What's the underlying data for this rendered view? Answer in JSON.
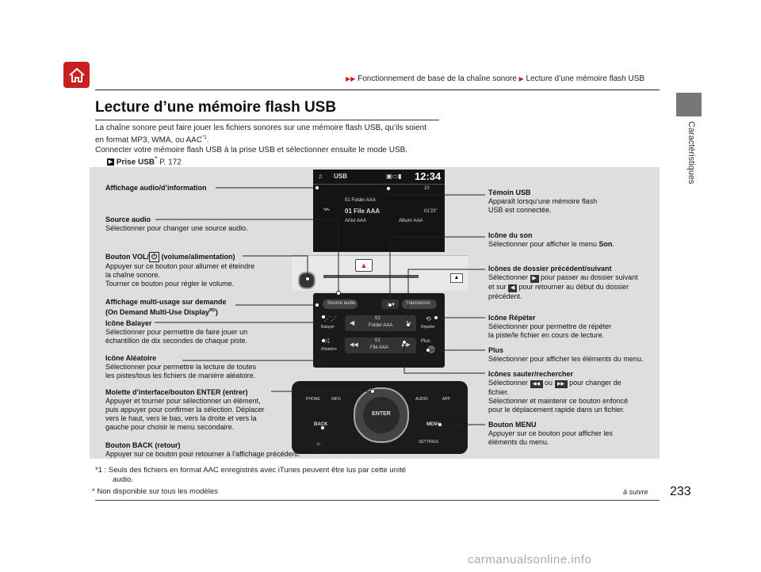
{
  "header": {
    "breadcrumb_1": "Fonctionnement de base de la chaîne sonore",
    "breadcrumb_2": "Lecture d’une mémoire flash USB"
  },
  "sidebar": {
    "label": "Caractéristiques"
  },
  "title": "Lecture d’une mémoire flash USB",
  "intro": {
    "line1": "La chaîne sonore peut faire jouer les fichiers sonores sur une mémoire flash USB, qu’ils soient",
    "line2": "en format MP3, WMA, ou AAC",
    "line2_sup": "*1",
    "line2_end": ".",
    "line3": "Connecter votre mémoire flash USB à la prise USB et sélectionner ensuite le mode USB.",
    "xref_label": "Prise USB",
    "xref_star": "*",
    "xref_page": " P. 172"
  },
  "screen": {
    "source": "USB",
    "clock": "12:34",
    "folder": "01  Folder AAA",
    "file": "01 File AAA",
    "time": "01'23\"",
    "artist": "Artist AAA",
    "album": "Album AAA",
    "counter": "10"
  },
  "odmd": {
    "source_btn": "Source audio",
    "shortcut_btn": "Raccourcis",
    "folder_num": "01",
    "folder_name": "Folder AAA",
    "file_num": "01",
    "file_name": "File AAA",
    "balayer": "Balayer",
    "repeter": "Répéter",
    "aleatoire": "Aléatoire",
    "plus": "Plus"
  },
  "controls": {
    "phone": "PHONE",
    "info": "INFO",
    "audio": "AUDIO",
    "app": "APP",
    "enter": "ENTER",
    "back": "BACK",
    "menu": "MENU",
    "settings": "SETTINGS"
  },
  "labels_left": {
    "affichage_title": "Affichage audio/d’information",
    "source_title": "Source audio",
    "source_desc": "Sélectionner pour changer une source audio.",
    "vol_title_a": "Bouton VOL/",
    "vol_title_b": " (volume/alimentation)",
    "vol_desc1": "Appuyer sur ce bouton pour allumer et éteindre",
    "vol_desc2": "la chaîne sonore.",
    "vol_desc3": "Tourner ce bouton pour régler le volume.",
    "odmd_title1": "Affichage multi-usage sur demande",
    "odmd_title2": "(On Demand Multi-Use Display",
    "odmd_sup": "MD",
    "odmd_title3": ")",
    "balayer_title": "Icône Balayer",
    "balayer_desc1": "Sélectionner pour permettre de faire jouer un",
    "balayer_desc2": "échantillon de dix secondes de chaque piste.",
    "aleatoire_title": "Icône Aléatoire",
    "aleatoire_desc1": "Sélectionner pour permettre la lecture de toutes",
    "aleatoire_desc2": "les pistes/tous les fichiers de manière aléatoire.",
    "molette_title": "Molette d’interface/bouton ENTER (entrer)",
    "molette_desc1": "Appuyer et tourner pour sélectionner un élément,",
    "molette_desc2": "puis appuyer pour confirmer la sélection. Déplacer",
    "molette_desc3": "vers le haut, vers le bas, vers la droite et vers la",
    "molette_desc4": "gauche pour choisir le menu secondaire.",
    "back_title": "Bouton BACK (retour)",
    "back_desc": "Appuyer sur ce bouton pour retourner à l’affichage précédent."
  },
  "labels_right": {
    "usb_title": "Témoin USB",
    "usb_desc1": "Apparaît lorsqu’une mémoire flash",
    "usb_desc2": "USB est connectée.",
    "son_title": "Icône du son",
    "son_desc_a": "Sélectionner pour afficher le menu ",
    "son_desc_b": "Son",
    "son_desc_c": ".",
    "dossier_title": "Icônes de dossier précédent/suivant",
    "dossier_desc1a": "Sélectionner ",
    "dossier_desc1b": " pour passer au dossier suivant",
    "dossier_desc2a": "et sur ",
    "dossier_desc2b": " pour retourner au début du dossier",
    "dossier_desc3": "précédent.",
    "repeter_title": "Icône Répéter",
    "repeter_desc1": "Sélectionner pour permettre de répéter",
    "repeter_desc2": "la piste/le fichier en cours de lecture.",
    "plus_title": "Plus",
    "plus_desc": "Sélectionner pour afficher les éléments du menu.",
    "sauter_title": "Icônes sauter/rechercher",
    "sauter_desc1a": "Sélectionner ",
    "sauter_desc1b": " ou ",
    "sauter_desc1c": " pour changer de",
    "sauter_desc2": "fichier.",
    "sauter_desc3": "Sélectionner et maintenir ce bouton enfoncé",
    "sauter_desc4": "pour le déplacement rapide dans un fichier.",
    "menu_title": "Bouton MENU",
    "menu_desc1": "Appuyer sur ce bouton pour afficher les",
    "menu_desc2": "éléments du menu."
  },
  "footnotes": {
    "note1a": "*1 : Seuls des fichiers en format AAC enregistrés avec iTunes peuvent être lus par cette unité",
    "note1b": "audio.",
    "note2": "* Non disponible sur tous les modèles"
  },
  "page": {
    "number": "233",
    "continued": "à suivre"
  },
  "watermark": "carmanualsonline.info",
  "colors": {
    "brand_red": "#c8201e",
    "panel_bg": "#dedede"
  }
}
